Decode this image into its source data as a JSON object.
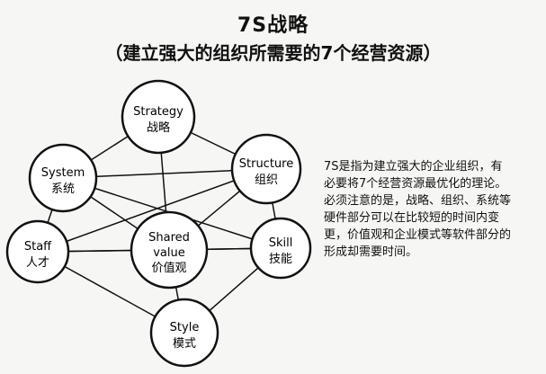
{
  "header": {
    "title": "7S战略",
    "subtitle": "（建立强大的组织所需要的7个经营资源）"
  },
  "nodes": [
    {
      "id": "strategy",
      "en": "Strategy",
      "cn": "战略"
    },
    {
      "id": "structure",
      "en": "Structure",
      "cn": "组织"
    },
    {
      "id": "system",
      "en": "System",
      "cn": "系统"
    },
    {
      "id": "shared-value",
      "en": "Shared value",
      "cn": "价值观"
    },
    {
      "id": "staff",
      "en": "Staff",
      "cn": "人才"
    },
    {
      "id": "skill",
      "en": "Skill",
      "cn": "技能"
    },
    {
      "id": "style",
      "en": "Style",
      "cn": "模式"
    }
  ],
  "description": [
    "7S是指为建立强大的企业组织，有",
    "必要将7个经营资源最优化的理论。",
    "必须注意的是，战略、组织、系统等",
    "硬件部分可以在比较短的时间内变",
    "更，价值观和企业模式等软件部分的",
    "形成却需要时间。"
  ]
}
